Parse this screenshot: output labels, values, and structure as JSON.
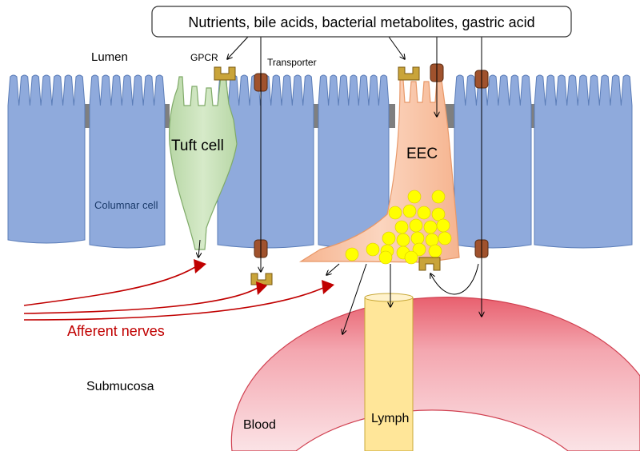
{
  "header_box": "Nutrients, bile acids, bacterial metabolites, gastric acid",
  "labels": {
    "lumen": "Lumen",
    "gpcr": "GPCR",
    "transporter": "Transporter",
    "tuft_cell": "Tuft cell",
    "columnar_cell": "Columnar cell",
    "eec": "EEC",
    "afferent_nerves": "Afferent nerves",
    "submucosa": "Submucosa",
    "blood": "Blood",
    "lymph": "Lymph"
  },
  "colors": {
    "columnar": "#8faadc",
    "tuft": "#c5e0b4",
    "eec": "#f8cbad",
    "granule": "#ffff00",
    "receptor": "#c9a43a",
    "transporter": "#a0522d",
    "nerve": "#c00000",
    "blood": "#f4a7b0",
    "lymph": "#ffe699",
    "junction": "#7f7f7f"
  }
}
